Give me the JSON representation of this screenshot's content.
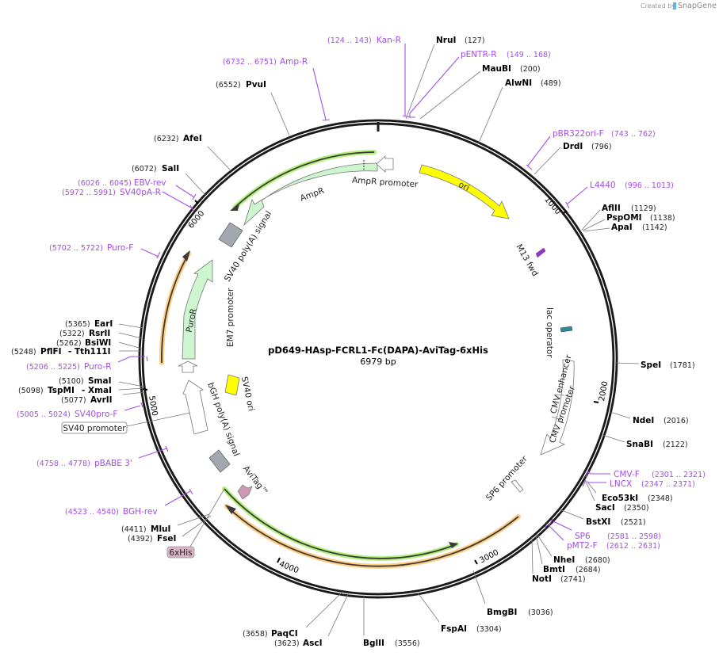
{
  "credit": {
    "prefix": "Created by",
    "brand": "SnapGene"
  },
  "plasmid": {
    "name": "pD649-HAsp-FCRL1-Fc(DAPA)-AviTag-6xHis",
    "size_label": "6979 bp",
    "size_bp": 6979
  },
  "ticks": [
    {
      "label": "1000",
      "pos": 1000
    },
    {
      "label": "2000",
      "pos": 2000
    },
    {
      "label": "3000",
      "pos": 3000
    },
    {
      "label": "4000",
      "pos": 4000
    },
    {
      "label": "5000",
      "pos": 5000
    },
    {
      "label": "6000",
      "pos": 6000
    }
  ],
  "enzymes": [
    {
      "name": "NruI",
      "pos": "(127)"
    },
    {
      "name": "MauBI",
      "pos": "(200)"
    },
    {
      "name": "AlwNI",
      "pos": "(489)"
    },
    {
      "name": "DrdI",
      "pos": "(796)"
    },
    {
      "name": "AflII",
      "pos": "(1129)"
    },
    {
      "name": "PspOMI",
      "pos": "(1138)"
    },
    {
      "name": "ApaI",
      "pos": "(1142)"
    },
    {
      "name": "SpeI",
      "pos": "(1781)"
    },
    {
      "name": "NdeI",
      "pos": "(2016)"
    },
    {
      "name": "SnaBI",
      "pos": "(2122)"
    },
    {
      "name": "Eco53kI",
      "pos": "(2348)"
    },
    {
      "name": "SacI",
      "pos": "(2350)"
    },
    {
      "name": "BstXI",
      "pos": "(2521)"
    },
    {
      "name": "NheI",
      "pos": "(2680)"
    },
    {
      "name": "BmtI",
      "pos": "(2684)"
    },
    {
      "name": "NotI",
      "pos": "(2741)"
    },
    {
      "name": "BmgBI",
      "pos": "(3036)"
    },
    {
      "name": "FspAI",
      "pos": "(3304)"
    },
    {
      "name": "BglII",
      "pos": "(3556)"
    },
    {
      "name": "AscI",
      "pos": "(3623)"
    },
    {
      "name": "PaqCI",
      "pos": "(3658)"
    },
    {
      "name": "FseI",
      "pos": "(4392)"
    },
    {
      "name": "MluI",
      "pos": "(4411)"
    },
    {
      "name": "AvrII",
      "pos": "(5077)"
    },
    {
      "name": "TspMI",
      "pos": "(5098)",
      "alt": "- XmaI"
    },
    {
      "name": "SmaI",
      "pos": "(5100)"
    },
    {
      "name": "PflFI",
      "pos": "(5248)",
      "alt": "- Tth111I"
    },
    {
      "name": "BsiWI",
      "pos": "(5262)"
    },
    {
      "name": "RsrII",
      "pos": "(5322)"
    },
    {
      "name": "EarI",
      "pos": "(5365)"
    },
    {
      "name": "SalI",
      "pos": "(6072)"
    },
    {
      "name": "AfeI",
      "pos": "(6232)"
    },
    {
      "name": "PvuI",
      "pos": "(6552)"
    }
  ],
  "primers": [
    {
      "name": "Kan-R",
      "pos": "(124 .. 143)"
    },
    {
      "name": "pENTR-R",
      "pos": "(149 .. 168)"
    },
    {
      "name": "pBR322ori-F",
      "pos": "(743 .. 762)"
    },
    {
      "name": "L4440",
      "pos": "(996 .. 1013)"
    },
    {
      "name": "CMV-F",
      "pos": "(2301 .. 2321)"
    },
    {
      "name": "LNCX",
      "pos": "(2347 .. 2371)"
    },
    {
      "name": "SP6",
      "pos": "(2581 .. 2598)"
    },
    {
      "name": "pMT2-F",
      "pos": "(2612 .. 2631)"
    },
    {
      "name": "BGH-rev",
      "pos": "(4523 .. 4540)"
    },
    {
      "name": "pBABE 3'",
      "pos": "(4758 .. 4778)"
    },
    {
      "name": "SV40pro-F",
      "pos": "(5005 .. 5024)"
    },
    {
      "name": "Puro-R",
      "pos": "(5206 .. 5225)"
    },
    {
      "name": "Puro-F",
      "pos": "(5702 .. 5722)"
    },
    {
      "name": "SV40pA-R",
      "pos": "(5972 .. 5991)"
    },
    {
      "name": "EBV-rev",
      "pos": "(6026 .. 6045)"
    },
    {
      "name": "Amp-R",
      "pos": "(6732 .. 6751)"
    }
  ],
  "features": [
    {
      "name": "ori",
      "color": "#ffff00"
    },
    {
      "name": "AmpR",
      "color": "#ccf5d0"
    },
    {
      "name": "AmpR promoter",
      "color": "#ffffff"
    },
    {
      "name": "SV40 poly(A) signal",
      "color": "#a3a8b0"
    },
    {
      "name": "PuroR",
      "color": "#ccf5d0"
    },
    {
      "name": "EM7 promoter",
      "color": "#ffffff"
    },
    {
      "name": "SV40 ori",
      "color": "#ffff00"
    },
    {
      "name": "bGH poly(A) signal",
      "color": "#a3a8b0"
    },
    {
      "name": "AviTag™",
      "color": "#cc99b2"
    },
    {
      "name": "M13 fwd",
      "color": "#9933cc"
    },
    {
      "name": "lac operator",
      "color": "#2e8b9a"
    },
    {
      "name": "CMV enhancer",
      "color": "#ffffff"
    },
    {
      "name": "CMV promoter",
      "color": "#ffffff"
    },
    {
      "name": "SP6 promoter",
      "color": "#ffffff"
    }
  ],
  "boxed_labels": [
    {
      "name": "SV40 promoter",
      "fill": "#ffffff"
    },
    {
      "name": "6xHis",
      "fill": "#dbb4c4"
    }
  ],
  "colors": {
    "backbone": "#1a1a1a",
    "primer": "#a24ee6",
    "orf_green_glow": "#b3f07a",
    "orf_orange_glow": "#ffcc80"
  }
}
